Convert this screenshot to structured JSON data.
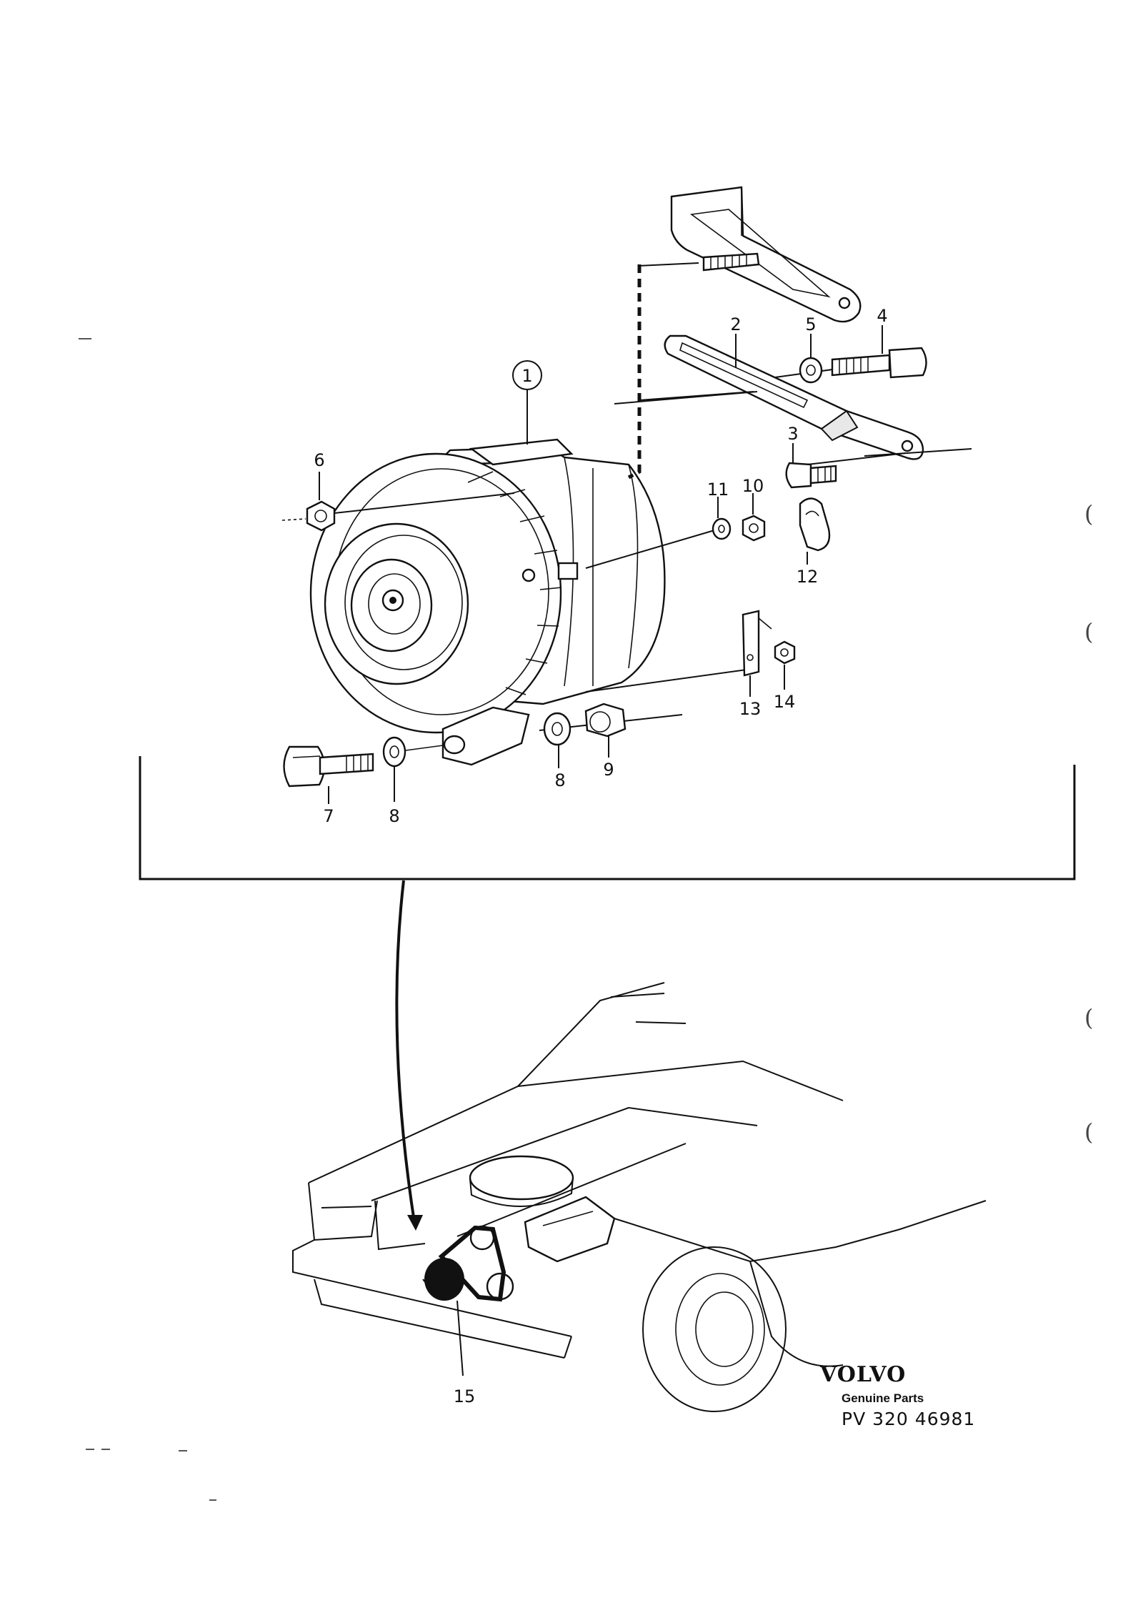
{
  "diagram": {
    "callouts": {
      "c1": "1",
      "c2": "2",
      "c3": "3",
      "c4": "4",
      "c5": "5",
      "c6": "6",
      "c7": "7",
      "c8a": "8",
      "c8b": "8",
      "c9": "9",
      "c10": "10",
      "c11": "11",
      "c12": "12",
      "c13": "13",
      "c14": "14",
      "c15": "15"
    },
    "margin_marks": [
      "(",
      "(",
      "(",
      "("
    ]
  },
  "footer": {
    "brand": "VOLVO",
    "subtitle": "Genuine Parts",
    "part_number": "PV 320 46981"
  },
  "colors": {
    "ink": "#111111",
    "paper": "#ffffff"
  },
  "icons": [
    "alternator",
    "bracket",
    "bolt",
    "washer",
    "nut",
    "terminal-cap",
    "car-front"
  ]
}
